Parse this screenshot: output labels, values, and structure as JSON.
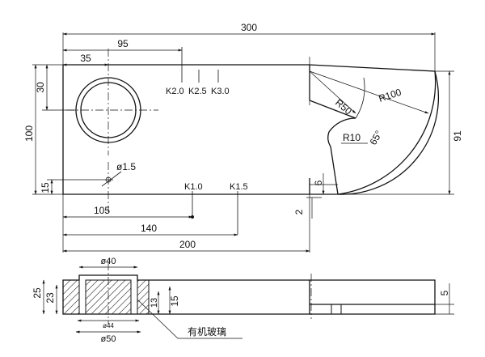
{
  "dimensions": {
    "overall_length": "300",
    "width_95": "95",
    "hole_center_x": "35",
    "hole_center_y": "30",
    "height": "100",
    "height_right": "91",
    "bottom_15": "15",
    "small_hole": "ø1.5",
    "len_105": "105",
    "len_140": "140",
    "len_200": "200",
    "step_6": "6",
    "step_2": "2",
    "radius_50": "R50",
    "radius_100": "R100",
    "radius_10": "R10",
    "angle_65": "65°",
    "dia_40": "ø40",
    "dia_44": "ø44",
    "dia_50": "ø50",
    "sec_25": "25",
    "sec_23": "23",
    "sec_13": "13",
    "sec_15": "15",
    "sec_5": "5"
  },
  "labels": {
    "k20": "K2.0",
    "k25": "K2.5",
    "k30": "K3.0",
    "k10": "K1.0",
    "k15": "K1.5",
    "material": "有机玻璃"
  }
}
